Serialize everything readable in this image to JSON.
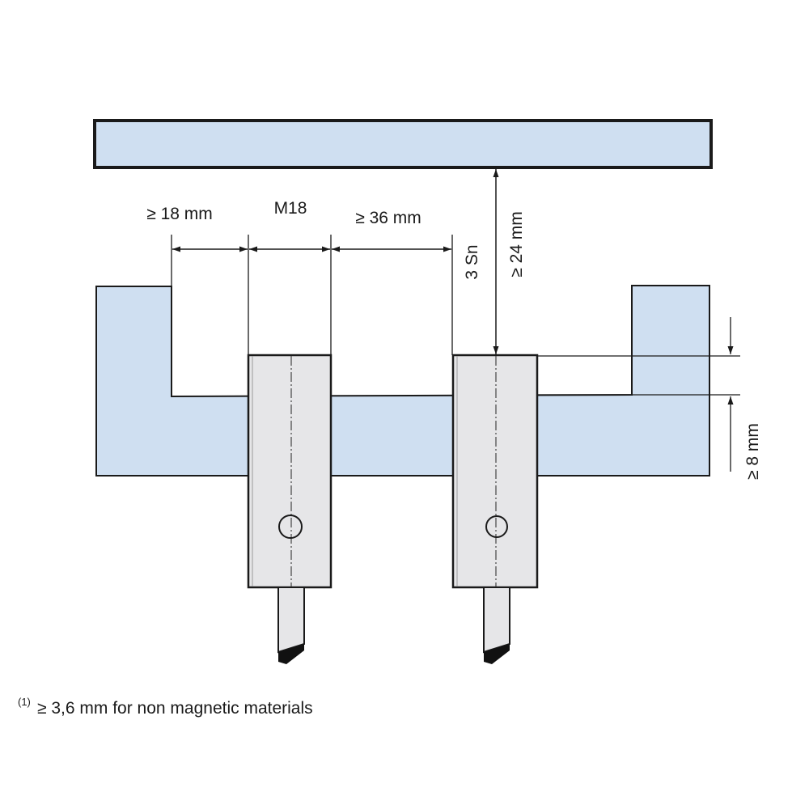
{
  "labels": {
    "left_clearance": "≥ 18 mm",
    "thread": "M18",
    "spacing": "≥ 36 mm",
    "sensing_distance": "3 Sn",
    "target_distance": "≥ 24 mm",
    "flush_depth": "≥ 8 mm"
  },
  "footnote": {
    "marker": "(1)",
    "text": "≥ 3,6 mm for non magnetic materials"
  },
  "colors": {
    "mount_fill": "#cfdff1",
    "sensor_fill": "#e6e6e8",
    "outline": "#1a1a1a"
  }
}
